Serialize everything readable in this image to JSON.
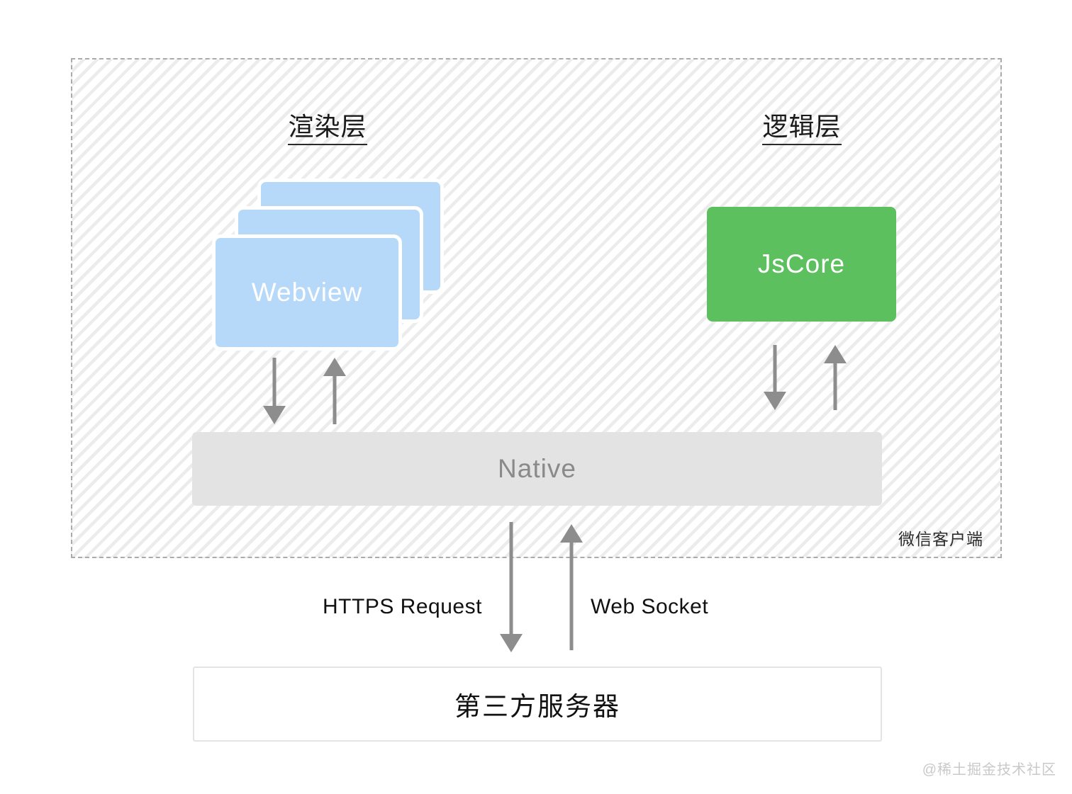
{
  "diagram": {
    "render_layer": {
      "title": "渲染层",
      "box_label": "Webview"
    },
    "logic_layer": {
      "title": "逻辑层",
      "box_label": "JsCore"
    },
    "native": {
      "label": "Native"
    },
    "client_frame": {
      "label": "微信客户端"
    },
    "connections": {
      "https_label": "HTTPS Request",
      "websocket_label": "Web Socket"
    },
    "server": {
      "label": "第三方服务器"
    },
    "watermark": "@稀土掘金技术社区",
    "colors": {
      "webview_blue": "#b6d8f9",
      "jscore_green": "#5cc05f",
      "native_gray": "#e3e3e3",
      "arrow_gray": "#8d8d8d",
      "dashed_border": "#ababab",
      "hatch_line": "#ececec",
      "title_text": "#1a1a1a",
      "native_text": "#8a8a8a",
      "watermark_gray": "#c9c9c9"
    }
  }
}
